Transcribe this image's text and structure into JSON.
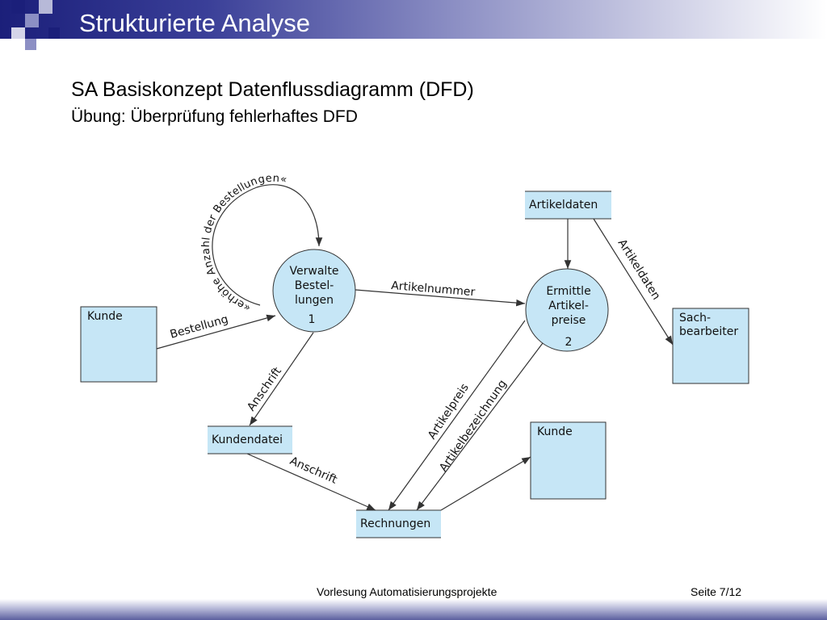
{
  "header": {
    "title": "Strukturierte Analyse"
  },
  "headings": {
    "line1": "SA Basiskonzept Datenflussdiagramm (DFD)",
    "line2": "Übung: Überprüfung fehlerhaftes DFD"
  },
  "diagram": {
    "terminators": {
      "kunde_left": "Kunde",
      "kunde_right": "Kunde",
      "sachbearbeiter": [
        "Sach-",
        "bearbeiter"
      ]
    },
    "processes": {
      "p1": {
        "lines": [
          "Verwalte",
          "Bestel-",
          "lungen"
        ],
        "number": "1"
      },
      "p2": {
        "lines": [
          "Ermittle",
          "Artikel-",
          "preise"
        ],
        "number": "2"
      }
    },
    "stores": {
      "artikeldaten": "Artikeldaten",
      "kundendatei": "Kundendatei",
      "rechnungen": "Rechnungen"
    },
    "flows": {
      "loop": "«erhöhe Anzahl der Bestellungen«",
      "bestellung": "Bestellung",
      "artikelnummer": "Artikelnummer",
      "artikeldaten": "Artikeldaten",
      "anschrift1": "Anschrift",
      "anschrift2": "Anschrift",
      "artikelpreis": "Artikelpreis",
      "artikelbezeichnung": "Artikelbezeichnung"
    },
    "colors": {
      "fill": "#c6e6f6",
      "stroke": "#333333"
    }
  },
  "footer": {
    "lecture": "Vorlesung Automatisierungsprojekte",
    "page": "Seite 7/12"
  }
}
